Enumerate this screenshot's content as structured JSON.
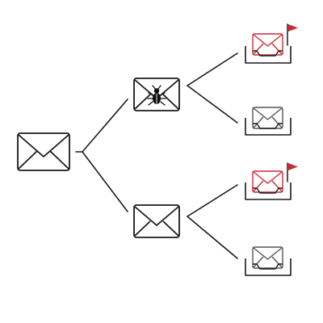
{
  "diagram": {
    "colors": {
      "line": "#1a1a1a",
      "flagged": "#cc2b33",
      "neutral": "#555555",
      "background": "#ffffff"
    },
    "nodes": [
      {
        "id": "source-email",
        "icon": "envelope-icon",
        "variant": "plain"
      },
      {
        "id": "infected-email",
        "icon": "envelope-bug-icon",
        "variant": "malware"
      },
      {
        "id": "clean-email",
        "icon": "envelope-icon",
        "variant": "plain"
      },
      {
        "id": "inbox-flagged-1",
        "icon": "inbox-flagged-icon",
        "variant": "flagged"
      },
      {
        "id": "inbox-normal-1",
        "icon": "inbox-icon",
        "variant": "normal"
      },
      {
        "id": "inbox-flagged-2",
        "icon": "inbox-flagged-icon",
        "variant": "flagged"
      },
      {
        "id": "inbox-normal-2",
        "icon": "inbox-icon",
        "variant": "normal"
      }
    ],
    "edges": [
      {
        "from": "source-email",
        "to": "infected-email"
      },
      {
        "from": "source-email",
        "to": "clean-email"
      },
      {
        "from": "infected-email",
        "to": "inbox-flagged-1"
      },
      {
        "from": "infected-email",
        "to": "inbox-normal-1"
      },
      {
        "from": "clean-email",
        "to": "inbox-flagged-2"
      },
      {
        "from": "clean-email",
        "to": "inbox-normal-2"
      }
    ]
  }
}
